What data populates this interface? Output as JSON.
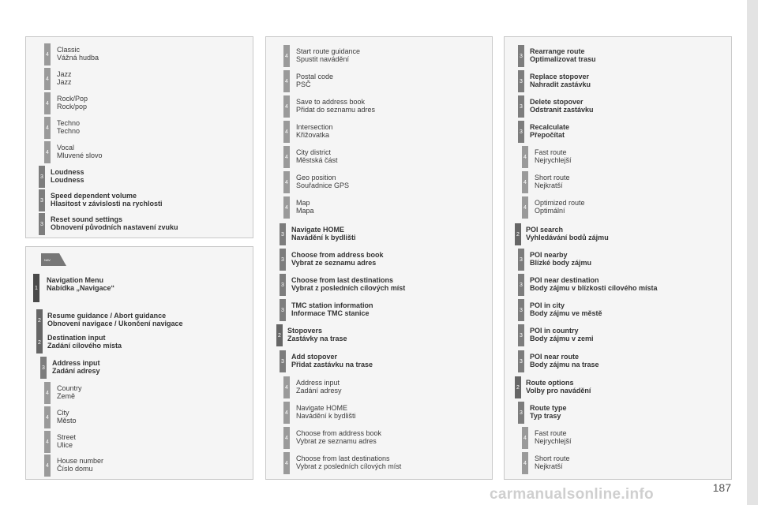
{
  "left_top": [
    {
      "lvl": "4",
      "en": "Classic",
      "cs": "Vážná hudba"
    },
    {
      "lvl": "4",
      "en": "Jazz",
      "cs": "Jazz"
    },
    {
      "lvl": "4",
      "en": "Rock/Pop",
      "cs": "Rock/pop"
    },
    {
      "lvl": "4",
      "en": "Techno",
      "cs": "Techno"
    },
    {
      "lvl": "4",
      "en": "Vocal",
      "cs": "Mluvené slovo"
    },
    {
      "lvl": "3",
      "en": "Loudness",
      "cs": "Loudness"
    },
    {
      "lvl": "3",
      "en": "Speed dependent volume",
      "cs": "Hlasitost v závislosti na rychlosti"
    },
    {
      "lvl": "3",
      "en": "Reset sound settings",
      "cs": "Obnovení původních nastavení zvuku"
    }
  ],
  "nav_button": {
    "label": "NAV"
  },
  "left_bottom": [
    {
      "lvl": "1",
      "en": "Navigation Menu",
      "cs": "Nabídka „Navigace“"
    },
    {
      "lvl": "2",
      "en": "Resume guidance / Abort guidance",
      "cs": "Obnovení navigace / Ukončení navigace"
    },
    {
      "lvl": "2",
      "en": "Destination input",
      "cs": "Zadání cílového místa"
    },
    {
      "lvl": "3",
      "en": "Address input",
      "cs": "Zadání adresy"
    },
    {
      "lvl": "4",
      "en": "Country",
      "cs": "Země"
    },
    {
      "lvl": "4",
      "en": "City",
      "cs": "Město"
    },
    {
      "lvl": "4",
      "en": "Street",
      "cs": "Ulice"
    },
    {
      "lvl": "4",
      "en": "House number",
      "cs": "Číslo domu"
    }
  ],
  "middle": [
    {
      "lvl": "4",
      "en": "Start route guidance",
      "cs": "Spustit navádění"
    },
    {
      "lvl": "4",
      "en": "Postal code",
      "cs": "PSČ"
    },
    {
      "lvl": "4",
      "en": "Save to address book",
      "cs": "Přidat do seznamu adres"
    },
    {
      "lvl": "4",
      "en": "Intersection",
      "cs": "Křižovatka"
    },
    {
      "lvl": "4",
      "en": "City district",
      "cs": "Městská část"
    },
    {
      "lvl": "4",
      "en": "Geo position",
      "cs": "Souřadnice GPS"
    },
    {
      "lvl": "4",
      "en": "Map",
      "cs": "Mapa"
    },
    {
      "lvl": "3",
      "en": "Navigate HOME",
      "cs": "Navádění k bydlišti"
    },
    {
      "lvl": "3",
      "en": "Choose from address book",
      "cs": "Vybrat ze seznamu adres"
    },
    {
      "lvl": "3",
      "en": "Choose from last destinations",
      "cs": "Vybrat z posledních cílových míst"
    },
    {
      "lvl": "3",
      "en": "TMC station information",
      "cs": "Informace TMC stanice"
    },
    {
      "lvl": "2",
      "en": "Stopovers",
      "cs": "Zastávky na trase"
    },
    {
      "lvl": "3",
      "en": "Add stopover",
      "cs": "Přidat zastávku na trase"
    },
    {
      "lvl": "4",
      "en": "Address input",
      "cs": "Zadání adresy"
    },
    {
      "lvl": "4",
      "en": "Navigate HOME",
      "cs": "Navádění k bydlišti"
    },
    {
      "lvl": "4",
      "en": "Choose from address book",
      "cs": "Vybrat ze seznamu adres"
    },
    {
      "lvl": "4",
      "en": "Choose from last destinations",
      "cs": "Vybrat z posledních cílových míst"
    }
  ],
  "right": [
    {
      "lvl": "3",
      "en": "Rearrange route",
      "cs": "Optimalizovat trasu"
    },
    {
      "lvl": "3",
      "en": "Replace stopover",
      "cs": "Nahradit zastávku"
    },
    {
      "lvl": "3",
      "en": "Delete stopover",
      "cs": "Odstranit zastávku"
    },
    {
      "lvl": "3",
      "en": "Recalculate",
      "cs": "Přepočítat"
    },
    {
      "lvl": "4",
      "en": "Fast route",
      "cs": "Nejrychlejší"
    },
    {
      "lvl": "4",
      "en": "Short route",
      "cs": "Nejkratší"
    },
    {
      "lvl": "4",
      "en": "Optimized route",
      "cs": "Optimální"
    },
    {
      "lvl": "2",
      "en": "POI search",
      "cs": "Vyhledávání bodů zájmu"
    },
    {
      "lvl": "3",
      "en": "POI nearby",
      "cs": "Blízké body zájmu"
    },
    {
      "lvl": "3",
      "en": "POI near destination",
      "cs": "Body zájmu v blízkosti cílového místa"
    },
    {
      "lvl": "3",
      "en": "POI in city",
      "cs": "Body zájmu ve městě"
    },
    {
      "lvl": "3",
      "en": "POI in country",
      "cs": "Body zájmu v zemi"
    },
    {
      "lvl": "3",
      "en": "POI near route",
      "cs": "Body zájmu na trase"
    },
    {
      "lvl": "2",
      "en": "Route options",
      "cs": "Volby pro navádění"
    },
    {
      "lvl": "3",
      "en": "Route type",
      "cs": "Typ trasy"
    },
    {
      "lvl": "4",
      "en": "Fast route",
      "cs": "Nejrychlejší"
    },
    {
      "lvl": "4",
      "en": "Short route",
      "cs": "Nejkratší"
    }
  ],
  "page_number": "187",
  "watermark": "carmanualsonline.info"
}
